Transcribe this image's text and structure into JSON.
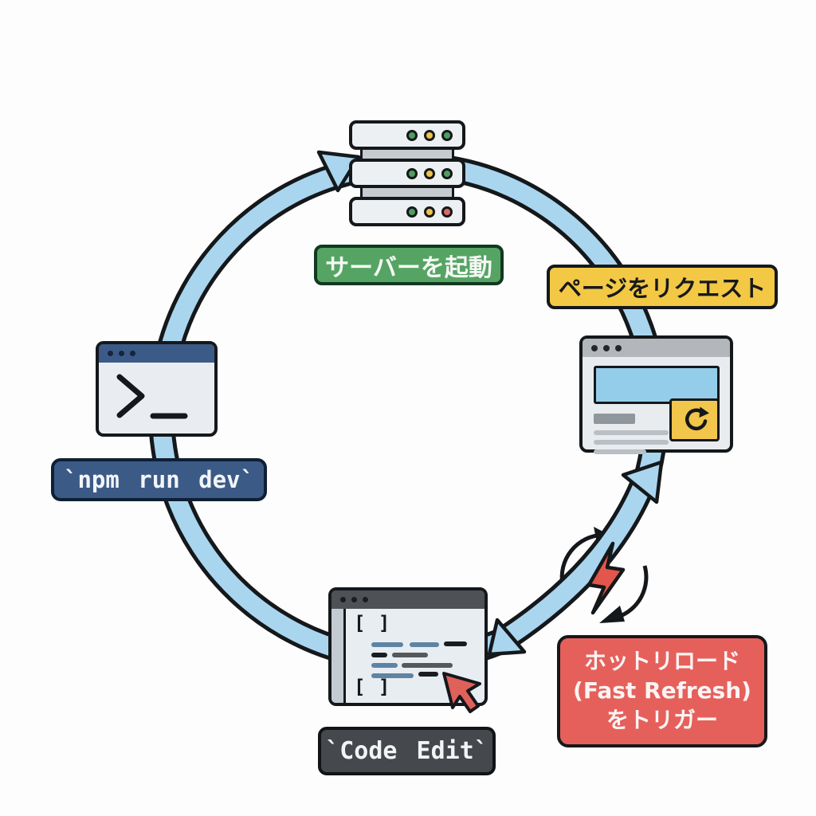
{
  "diagram": {
    "type": "cycle",
    "description_visible": false,
    "cycle_order": [
      "terminal",
      "server",
      "browser",
      "hot_reload",
      "editor"
    ],
    "arrowheads": [
      "into-server",
      "up-to-browser",
      "down-to-editor"
    ]
  },
  "nodes": {
    "terminal": {
      "icon": "terminal-window-icon",
      "label": "`npm run dev`"
    },
    "server": {
      "icon": "server-stack-icon",
      "label": "サーバーを起動",
      "led_rows": [
        [
          "green",
          "yellow",
          "green"
        ],
        [
          "green",
          "yellow",
          "green"
        ],
        [
          "green",
          "yellow",
          "red"
        ]
      ]
    },
    "browser": {
      "icon": "browser-window-icon",
      "label": "ページをリクエスト",
      "has_refresh_button": true
    },
    "editor": {
      "icon": "code-editor-icon",
      "label": "`Code Edit`",
      "brackets": "[ ]"
    },
    "hot_reload": {
      "icon": "refresh-cycle-bolt-icon",
      "label_lines": [
        "ホットリロード",
        "(Fast Refresh)",
        "をトリガー"
      ]
    }
  },
  "colors": {
    "arrow_fill": "#a9d6ee",
    "outline": "#15181b",
    "badge_green": "#55a463",
    "badge_yellow": "#f2c845",
    "badge_navy": "#3c5a86",
    "badge_dark": "#45484c",
    "badge_red": "#e6605b",
    "bolt_red": "#e2564b",
    "cursor_red": "#e0605a",
    "led_green": "#4d9e5f",
    "led_yellow": "#eec24d",
    "led_red": "#d96b66"
  }
}
